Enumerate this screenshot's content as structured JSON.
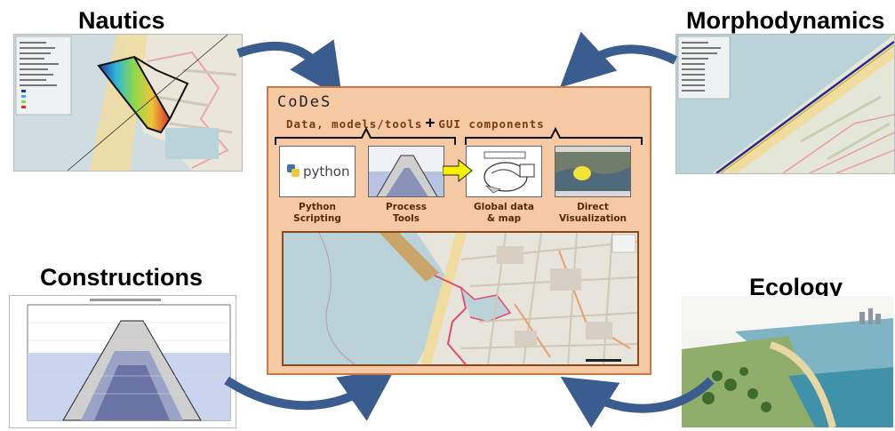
{
  "titles": {
    "nautics": "Nautics",
    "morphodynamics": "Morphodynamics",
    "constructions": "Constructions",
    "ecology": "Ecology"
  },
  "codes": {
    "title": "CoDeS",
    "subtitle_left": "Data, models/tools",
    "subtitle_plus": "+",
    "subtitle_right": "GUI components",
    "python_logo_text": "python",
    "tiles": [
      {
        "line1": "Python",
        "line2": "Scripting"
      },
      {
        "line1": "Process",
        "line2": "Tools"
      },
      {
        "line1": "Global data",
        "line2": "& map"
      },
      {
        "line1": "Direct",
        "line2": "Visualization"
      }
    ]
  },
  "colors": {
    "arrow": "#3a5c8f",
    "codes_bg": "#f6c9a5",
    "codes_border": "#c97a44",
    "sea": "#b9d3d9",
    "land": "#e7e4dc"
  }
}
